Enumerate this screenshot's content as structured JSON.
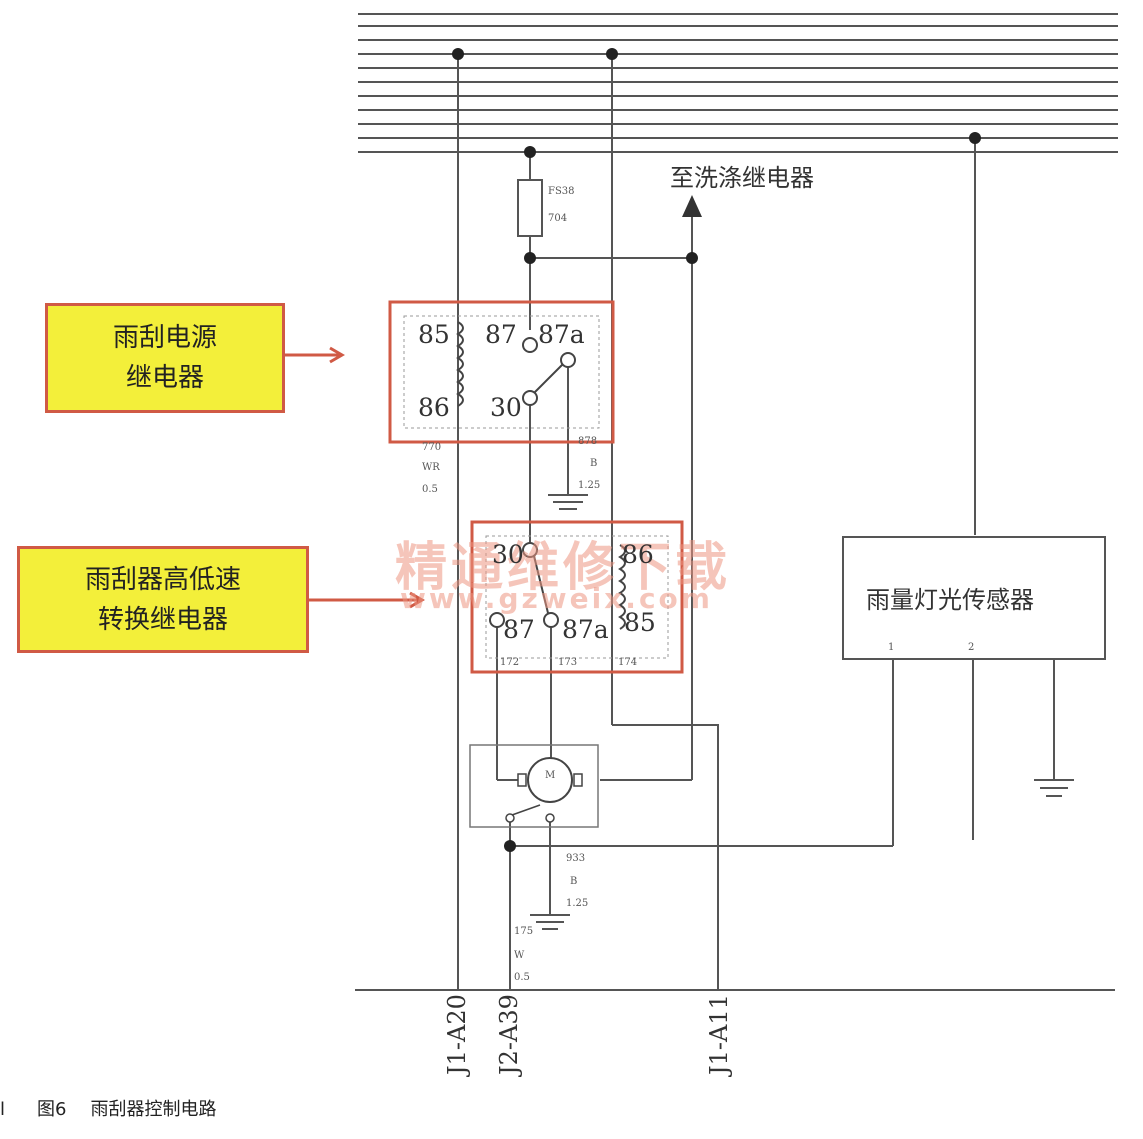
{
  "labels": {
    "to_washer_relay": "至洗涤继电器",
    "rain_light_sensor": "雨量灯光传感器",
    "power_relay_line1": "雨刮电源",
    "power_relay_line2": "继电器",
    "speed_relay_line1": "雨刮器高低速",
    "speed_relay_line2": "转换继电器"
  },
  "relay_pins": {
    "r1_85": "85",
    "r1_87": "87",
    "r1_87a": "87a",
    "r1_86": "86",
    "r1_30": "30",
    "r2_30": "30",
    "r2_86": "86",
    "r2_87": "87",
    "r2_87a": "87a",
    "r2_85": "85"
  },
  "wire_codes": {
    "fuse": "FS38",
    "fuse_amp": "704",
    "r1_left_1": "770",
    "r1_left_2": "WR",
    "r1_left_3": "0.5",
    "r1_right_1": "878",
    "r1_right_2": "B",
    "r1_right_3": "1.25",
    "r2_bottom_1": "172",
    "r2_bottom_2": "173",
    "r2_bottom_3": "174",
    "motor_right_1": "933",
    "motor_right_2": "B",
    "motor_right_3": "1.25",
    "motor_left_1": "175",
    "motor_left_2": "W",
    "motor_left_3": "0.5",
    "motor_symbol": "M",
    "sensor_pin1": "1",
    "sensor_pin2": "2"
  },
  "connectors": {
    "j1_a20": "J1-A20",
    "j2_a39": "J2-A39",
    "j1_a11": "J1-A11"
  },
  "watermark": {
    "text": "精通维修下载",
    "url": "www.gzweix.com"
  },
  "caption": {
    "mark": "l",
    "figure": "图6",
    "title": "雨刮器控制电路"
  },
  "colors": {
    "wire": "#555555",
    "relay_border": "#d05a45",
    "callout_fill": "#f3ef3a",
    "arrow": "#d05a45"
  }
}
